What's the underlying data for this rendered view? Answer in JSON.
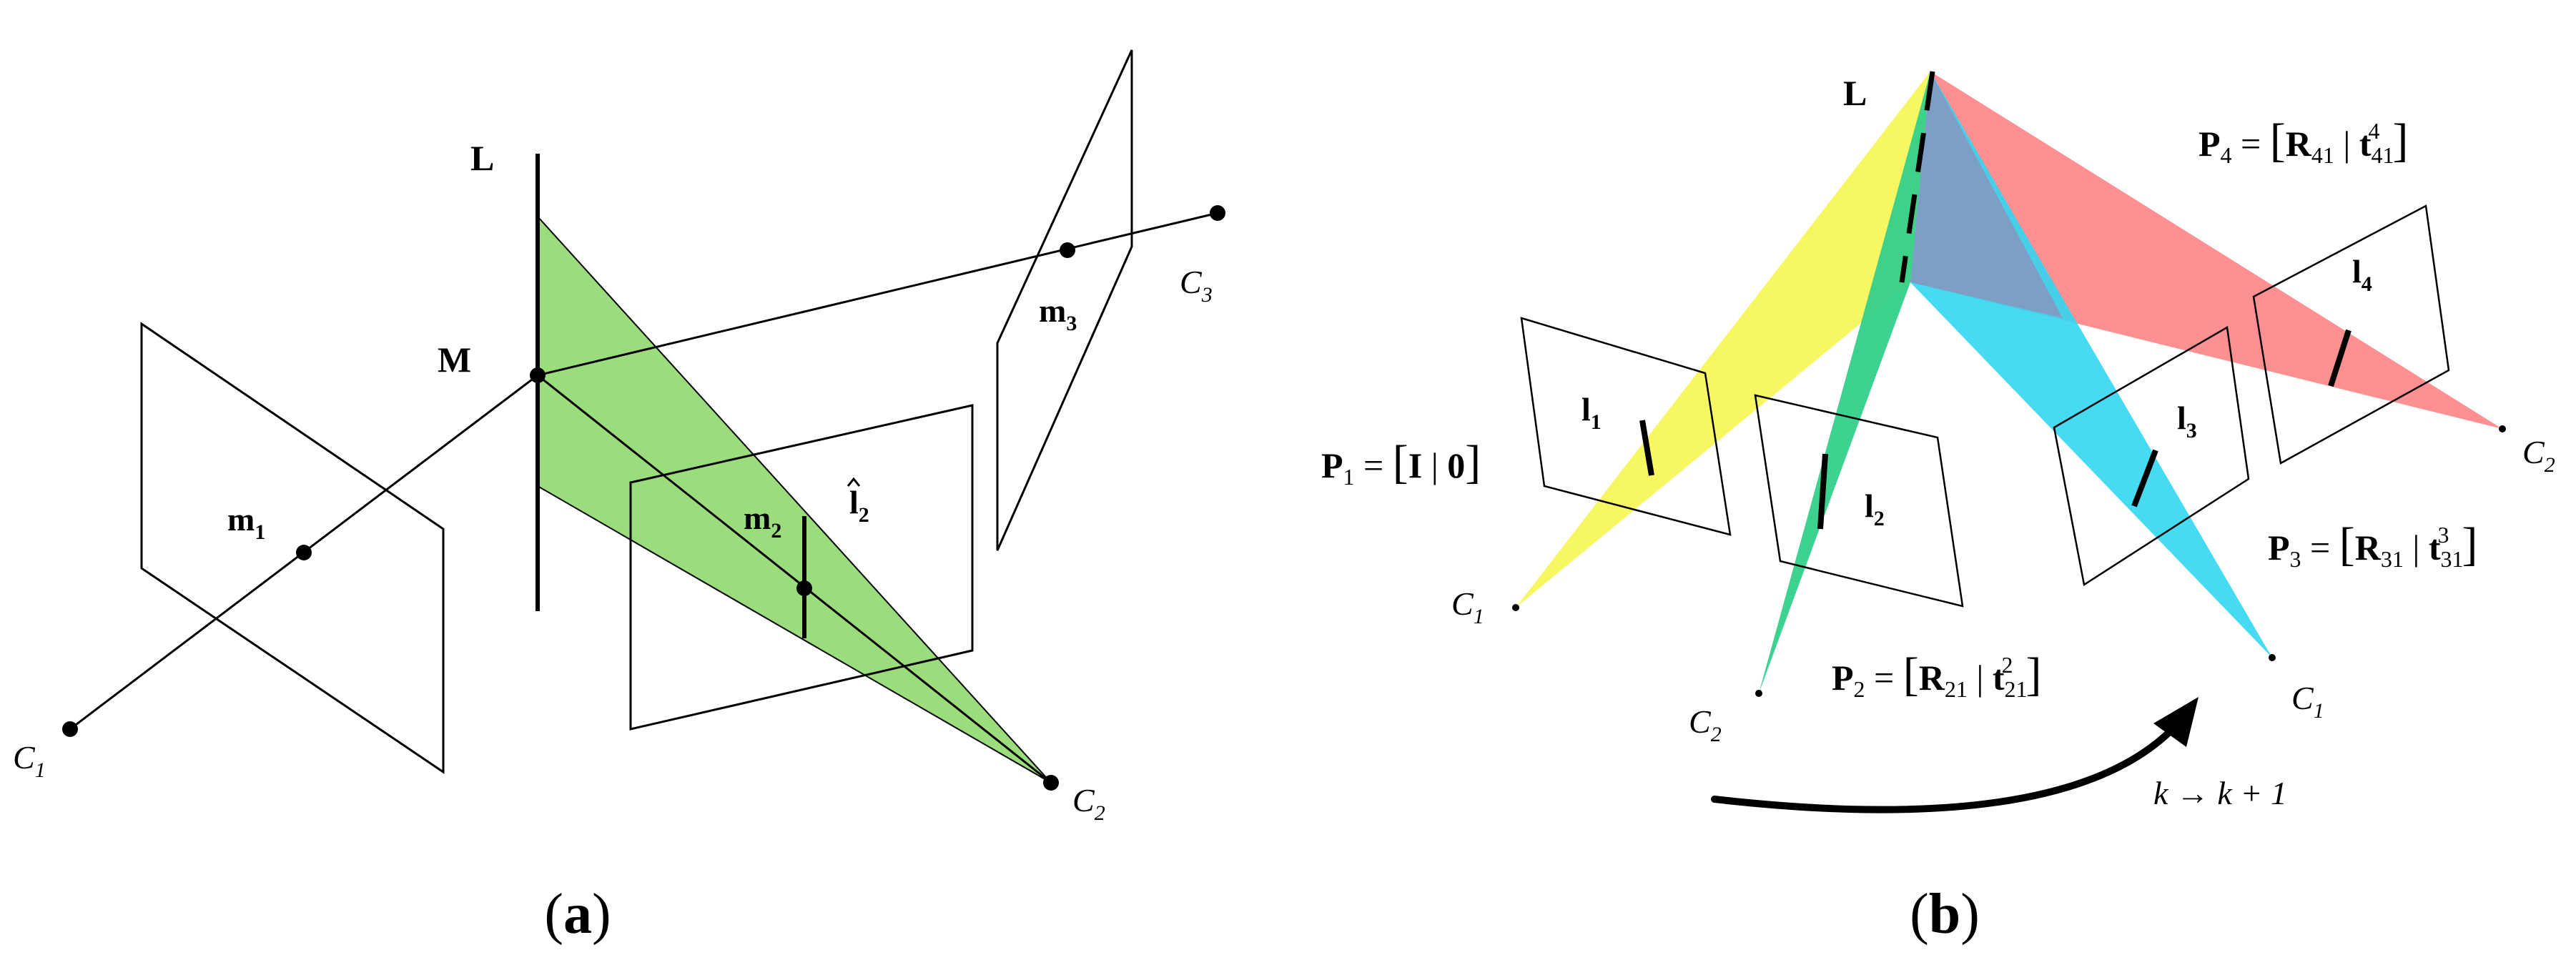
{
  "panel_a": {
    "caption": "a",
    "labels": {
      "L": "L",
      "M": "M",
      "m1": "m",
      "m1_sub": "1",
      "m2": "m",
      "m2_sub": "2",
      "m3": "m",
      "m3_sub": "3",
      "l2hat": "l",
      "l2hat_sub": "2",
      "C1": "C",
      "C1_sub": "1",
      "C2": "C",
      "C2_sub": "2",
      "C3": "C",
      "C3_sub": "3"
    },
    "colors": {
      "plane_fill": "#9bdc7c",
      "line": "#000000"
    }
  },
  "panel_b": {
    "caption": "b",
    "labels": {
      "L": "L",
      "l1": "l",
      "l1_sub": "1",
      "l2": "l",
      "l2_sub": "2",
      "l3": "l",
      "l3_sub": "3",
      "l4": "l",
      "l4_sub": "4",
      "C1_left": "C",
      "C1_left_sub": "1",
      "C2_left": "C",
      "C2_left_sub": "2",
      "C1_right": "C",
      "C1_right_sub": "1",
      "C2_right": "C",
      "C2_right_sub": "2",
      "motion": "k → k + 1"
    },
    "equations": {
      "P1": {
        "P": "P",
        "sub": "1",
        "eq": " = ",
        "open": "[",
        "I": "I",
        "bar": " | ",
        "zero": "0",
        "close": "]"
      },
      "P2": {
        "P": "P",
        "sub": "2",
        "eq": " = ",
        "open": "[",
        "R": "R",
        "R_sub": "21",
        "bar": " | ",
        "t": "t",
        "t_sub": "21",
        "t_sup": "2",
        "close": "]"
      },
      "P3": {
        "P": "P",
        "sub": "3",
        "eq": " = ",
        "open": "[",
        "R": "R",
        "R_sub": "31",
        "bar": " | ",
        "t": "t",
        "t_sub": "31",
        "t_sup": "3",
        "close": "]"
      },
      "P4": {
        "P": "P",
        "sub": "4",
        "eq": " = ",
        "open": "[",
        "R": "R",
        "R_sub": "41",
        "bar": " | ",
        "t": "t",
        "t_sub": "41",
        "t_sup": "4",
        "close": "]"
      }
    },
    "colors": {
      "yellow": "#f7f75a",
      "green": "#33d08a",
      "cyan": "#33d6f2",
      "red": "#ff8a8c",
      "overlap": "#7d9fc6",
      "line": "#000000"
    }
  }
}
